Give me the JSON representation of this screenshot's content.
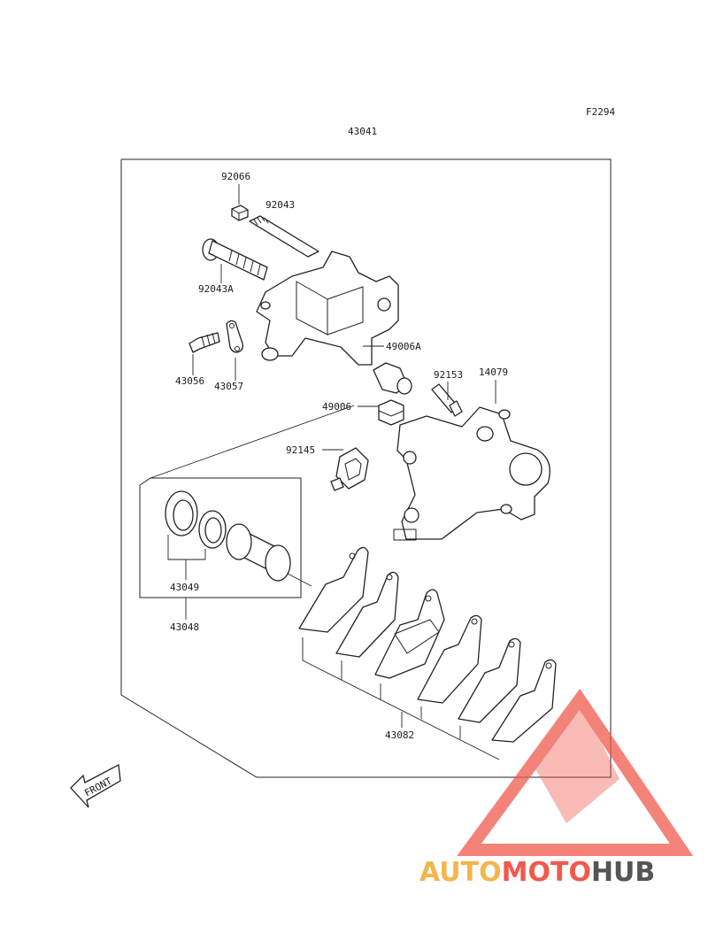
{
  "figure_code": "F2294",
  "assembly": "43041",
  "parts": {
    "p92066": "92066",
    "p92043": "92043",
    "p92043A": "92043A",
    "p43056": "43056",
    "p43057": "43057",
    "p49006A": "49006A",
    "p92153": "92153",
    "p14079": "14079",
    "p49006": "49006",
    "p92145": "92145",
    "p43049": "43049",
    "p43048": "43048",
    "p43082": "43082"
  },
  "front_arrow": "FRONT",
  "watermark": {
    "part1": "AUTO",
    "part2": "MOTO",
    "part3": "HUB",
    "colors": {
      "auto": "#f5b54e",
      "moto": "#f05a4d",
      "hub": "#555555",
      "triangle": "#f05a4d"
    }
  }
}
